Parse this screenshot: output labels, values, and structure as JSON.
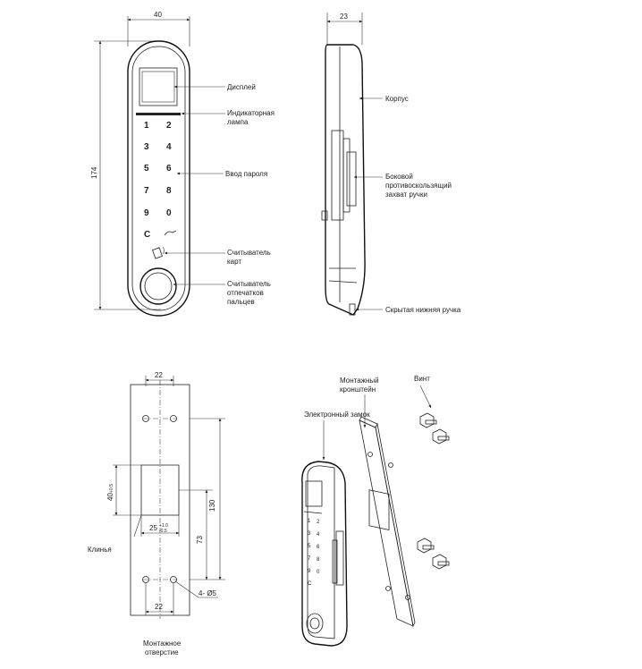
{
  "front_view": {
    "width_dim": "40",
    "height_dim": "174",
    "keys": [
      "1",
      "2",
      "3",
      "4",
      "5",
      "6",
      "7",
      "8",
      "9",
      "0",
      "C"
    ],
    "labels": {
      "display": "Дисплей",
      "indicator_line1": "Индикаторная",
      "indicator_line2": "лампа",
      "password": "Ввод пароля",
      "card_line1": "Считыватель",
      "card_line2": "карт",
      "finger_line1": "Считыватель",
      "finger_line2": "отпечатков",
      "finger_line3": "пальцев"
    }
  },
  "side_view": {
    "width_dim": "23",
    "labels": {
      "body": "Корпус",
      "grip_line1": "Боковой",
      "grip_line2": "противоскользящий",
      "grip_line3": "захват ручки",
      "hidden_handle": "Скрытая нижняя ручка"
    }
  },
  "mounting_hole": {
    "top_dim": "22",
    "bottom_dim": "22",
    "dim_130": "130",
    "dim_73": "73",
    "dim_40": "40",
    "dim_40_tol": "+0.5",
    "dim_25": "25",
    "dim_25_tol_upper": "+1.0",
    "dim_25_tol_lower": "-0.5",
    "holes_dim": "4- Ø5",
    "wedge_label": "Клинья",
    "caption_line1": "Монтажное",
    "caption_line2": "отверстие"
  },
  "assembly": {
    "bracket_line1": "Монтажный",
    "bracket_line2": "кронштейн",
    "screw": "Винт",
    "lock": "Электронный замок",
    "keys": [
      "1",
      "2",
      "3",
      "4",
      "5",
      "6",
      "7",
      "8",
      "9",
      "0",
      "C"
    ]
  }
}
